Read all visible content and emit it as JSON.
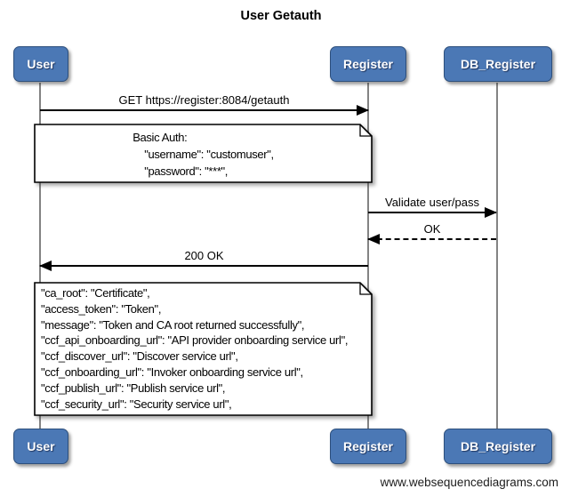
{
  "title": "User Getauth",
  "actors": [
    {
      "name": "User"
    },
    {
      "name": "Register"
    },
    {
      "name": "DB_Register"
    }
  ],
  "messages": [
    {
      "label": "GET https://register:8084/getauth",
      "from": "User",
      "to": "Register",
      "line": "solid"
    },
    {
      "label": "Validate user/pass",
      "from": "Register",
      "to": "DB_Register",
      "line": "solid"
    },
    {
      "label": "OK",
      "from": "DB_Register",
      "to": "Register",
      "line": "dashed"
    },
    {
      "label": "200 OK",
      "from": "Register",
      "to": "User",
      "line": "solid"
    }
  ],
  "notes": {
    "basic_auth": {
      "lines": [
        "Basic Auth:",
        "    \"username\": \"customuser\",",
        "    \"password\": \"***\","
      ]
    },
    "response": {
      "lines": [
        "\"ca_root\": \"Certificate\",",
        "\"access_token\": \"Token\",",
        "\"message\": \"Token and CA root returned successfully\",",
        "\"ccf_api_onboarding_url\": \"API provider onboarding service url\",",
        "\"ccf_discover_url\": \"Discover service url\",",
        "\"ccf_onboarding_url\": \"Invoker onboarding service url\",",
        "\"ccf_publish_url\": \"Publish service url\",",
        "\"ccf_security_url\": \"Security service url\","
      ]
    }
  },
  "footer": "www.websequencediagrams.com",
  "colors": {
    "actor_fill": "#4b78b5",
    "actor_border": "#2d4f7c",
    "lifeline": "#838383",
    "arrow": "#000000",
    "note_border": "#000000"
  }
}
